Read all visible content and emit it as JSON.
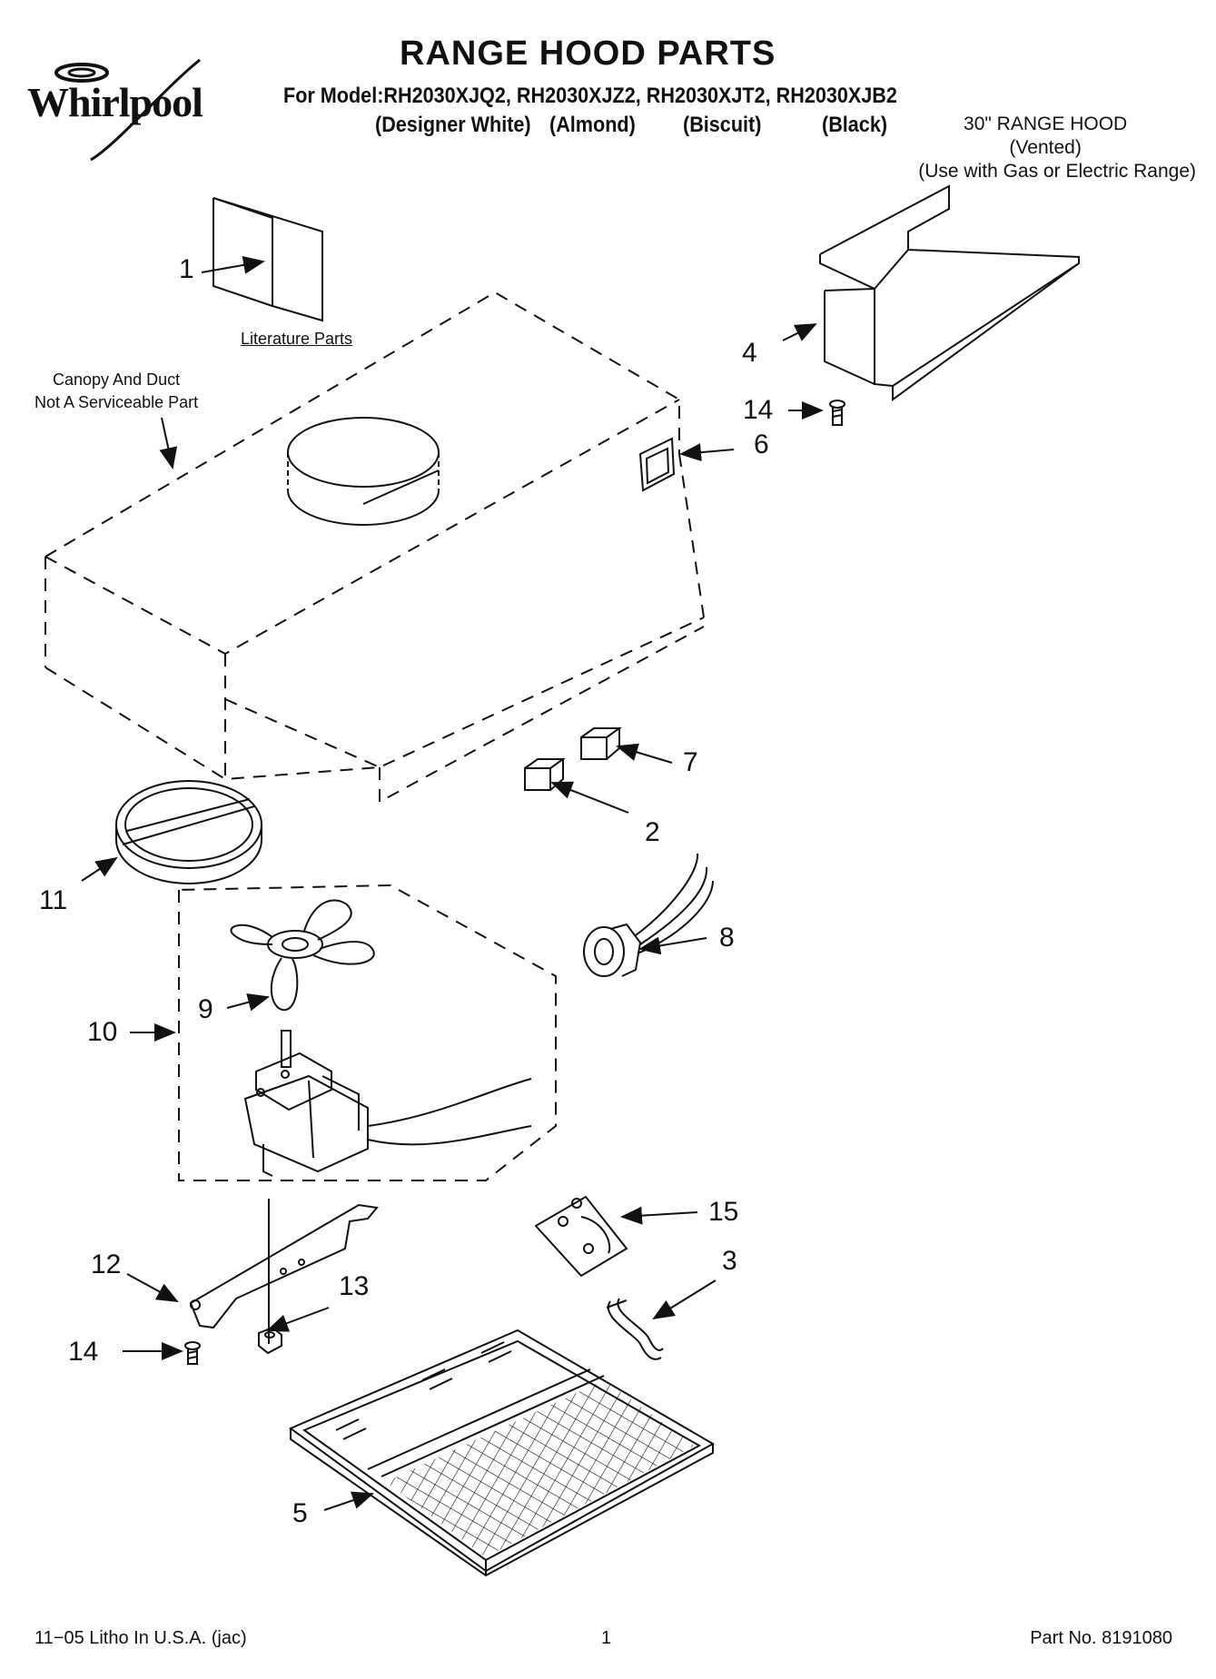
{
  "header": {
    "brand": "Whirlpool",
    "title": "RANGE HOOD PARTS",
    "models_line": "For Model:RH2030XJQ2, RH2030XJZ2, RH2030XJT2, RH2030XJB2",
    "colors": [
      "(Designer White)",
      "(Almond)",
      "(Biscuit)",
      "(Black)"
    ],
    "hood_description": [
      "30\" RANGE HOOD",
      "(Vented)",
      "(Use with Gas or Electric Range)"
    ]
  },
  "notes": {
    "canopy": [
      "Canopy And Duct",
      "Not A Serviceable Part"
    ],
    "literature": "Literature Parts"
  },
  "callouts": {
    "c1": "1",
    "c2": "2",
    "c3": "3",
    "c4": "4",
    "c5": "5",
    "c6": "6",
    "c7": "7",
    "c8": "8",
    "c9": "9",
    "c10": "10",
    "c11": "11",
    "c12": "12",
    "c13": "13",
    "c14a": "14",
    "c14b": "14",
    "c15": "15"
  },
  "footer": {
    "litho": "11−05 Litho In U.S.A. (jac)",
    "page": "1",
    "part_no": "Part No. 8191080"
  }
}
